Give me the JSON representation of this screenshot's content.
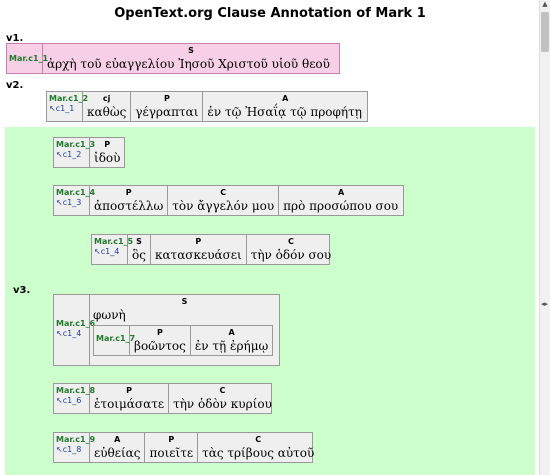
{
  "title": "OpenText.org Clause Annotation of Mark 1",
  "verses": {
    "v1": "v1.",
    "v2": "v2.",
    "v3": "v3."
  },
  "clauses": {
    "c1": {
      "id": "Mar.c1_1",
      "sub": "",
      "cells": [
        {
          "role": "S",
          "text": "ἀρχὴ τοῦ εὐαγγελίου Ἰησοῦ Χριστοῦ υἱοῦ θεοῦ"
        }
      ]
    },
    "c2": {
      "id": "Mar.c1_2",
      "sub": "↖c1_1",
      "cells": [
        {
          "role": "cj",
          "text": "καθὼς"
        },
        {
          "role": "P",
          "text": "γέγραπται"
        },
        {
          "role": "A",
          "text": "ἐν τῷ Ἠσαΐᾳ τῷ προφήτῃ"
        }
      ]
    },
    "c3": {
      "id": "Mar.c1_3",
      "sub": "↖c1_2",
      "cells": [
        {
          "role": "P",
          "text": "ἰδοὺ"
        }
      ]
    },
    "c4": {
      "id": "Mar.c1_4",
      "sub": "↖c1_3",
      "cells": [
        {
          "role": "P",
          "text": "ἀποστέλλω"
        },
        {
          "role": "C",
          "text": "τὸν ἄγγελόν μου"
        },
        {
          "role": "A",
          "text": "πρὸ προσώπου σου"
        }
      ]
    },
    "c5": {
      "id": "Mar.c1_5",
      "sub": "↖c1_4",
      "cells": [
        {
          "role": "S",
          "text": "ὃς"
        },
        {
          "role": "P",
          "text": "κατασκευάσει"
        },
        {
          "role": "C",
          "text": "τὴν ὁδόν σου"
        }
      ]
    },
    "c6": {
      "id": "Mar.c1_6",
      "sub": "↖c1_4",
      "cells": [
        {
          "role": "S",
          "text": "φωνὴ"
        }
      ]
    },
    "c7": {
      "id": "Mar.c1_7",
      "sub": "",
      "cells": [
        {
          "role": "P",
          "text": "βοῶντος"
        },
        {
          "role": "A",
          "text": "ἐν τῇ ἐρήμῳ"
        }
      ]
    },
    "c8": {
      "id": "Mar.c1_8",
      "sub": "↖c1_6",
      "cells": [
        {
          "role": "P",
          "text": "ἑτοιμάσατε"
        },
        {
          "role": "C",
          "text": "τὴν ὁδὸν κυρίου"
        }
      ]
    },
    "c9": {
      "id": "Mar.c1_9",
      "sub": "↖c1_8",
      "cells": [
        {
          "role": "A",
          "text": "εὐθείας"
        },
        {
          "role": "P",
          "text": "ποιεῖτε"
        },
        {
          "role": "C",
          "text": "τὰς τρίβους αὐτοῦ"
        }
      ]
    }
  }
}
